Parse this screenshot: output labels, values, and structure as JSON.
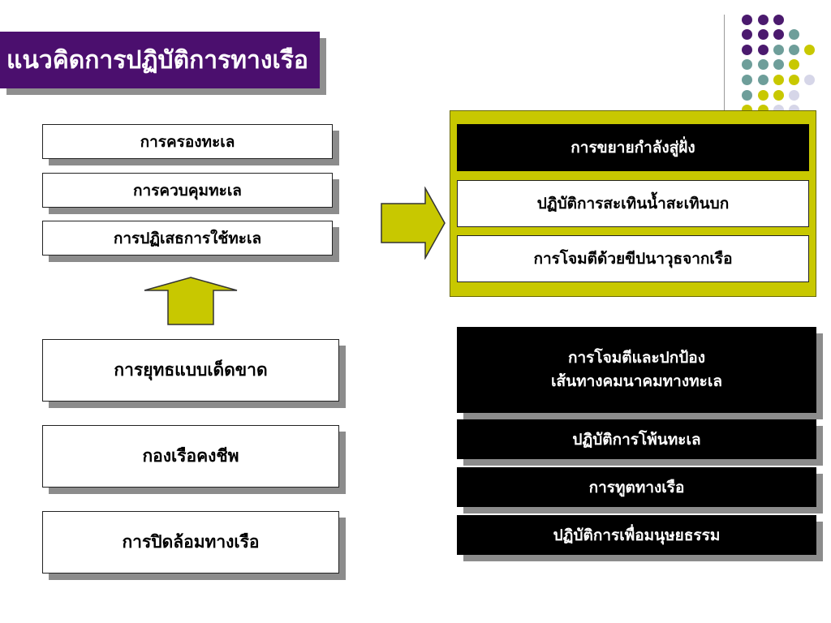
{
  "title": "แนวคิดการปฏิบัติการทางเรือ",
  "colors": {
    "title_bg": "#4b0f6e",
    "accent_yellow": "#c8c800",
    "dot_purple": "#4b1a6e",
    "dot_teal": "#6e9e9a",
    "dot_yellow": "#c8c800",
    "dot_lavender": "#d6d6e8"
  },
  "left_top": {
    "items": [
      "การครองทะเล",
      "การควบคุมทะเล",
      "การปฏิเสธการใช้ทะเล"
    ]
  },
  "left_bottom": {
    "items": [
      "การยุทธแบบเด็ดขาด",
      "กองเรือคงชีพ",
      "การปิดล้อมทางเรือ"
    ]
  },
  "right_top": {
    "items": [
      "การขยายกำลังสู่ฝั่ง",
      "ปฏิบัติการสะเทินน้ำสะเทินบก",
      "การโจมตีด้วยขีปนาวุธจากเรือ"
    ]
  },
  "right_bottom": {
    "sea_lane": {
      "line1": "การโจมตีและปกป้อง",
      "line2": "เส้นทางคมนาคมทางทะเล"
    },
    "items": [
      "ปฏิบัติการโพ้นทะเล",
      "การทูตทางเรือ",
      "ปฏิบัติการเพื่อมนุษยธรรม"
    ]
  },
  "icons": {
    "arrow_right": "arrow-right-icon",
    "arrow_up": "arrow-up-icon"
  }
}
